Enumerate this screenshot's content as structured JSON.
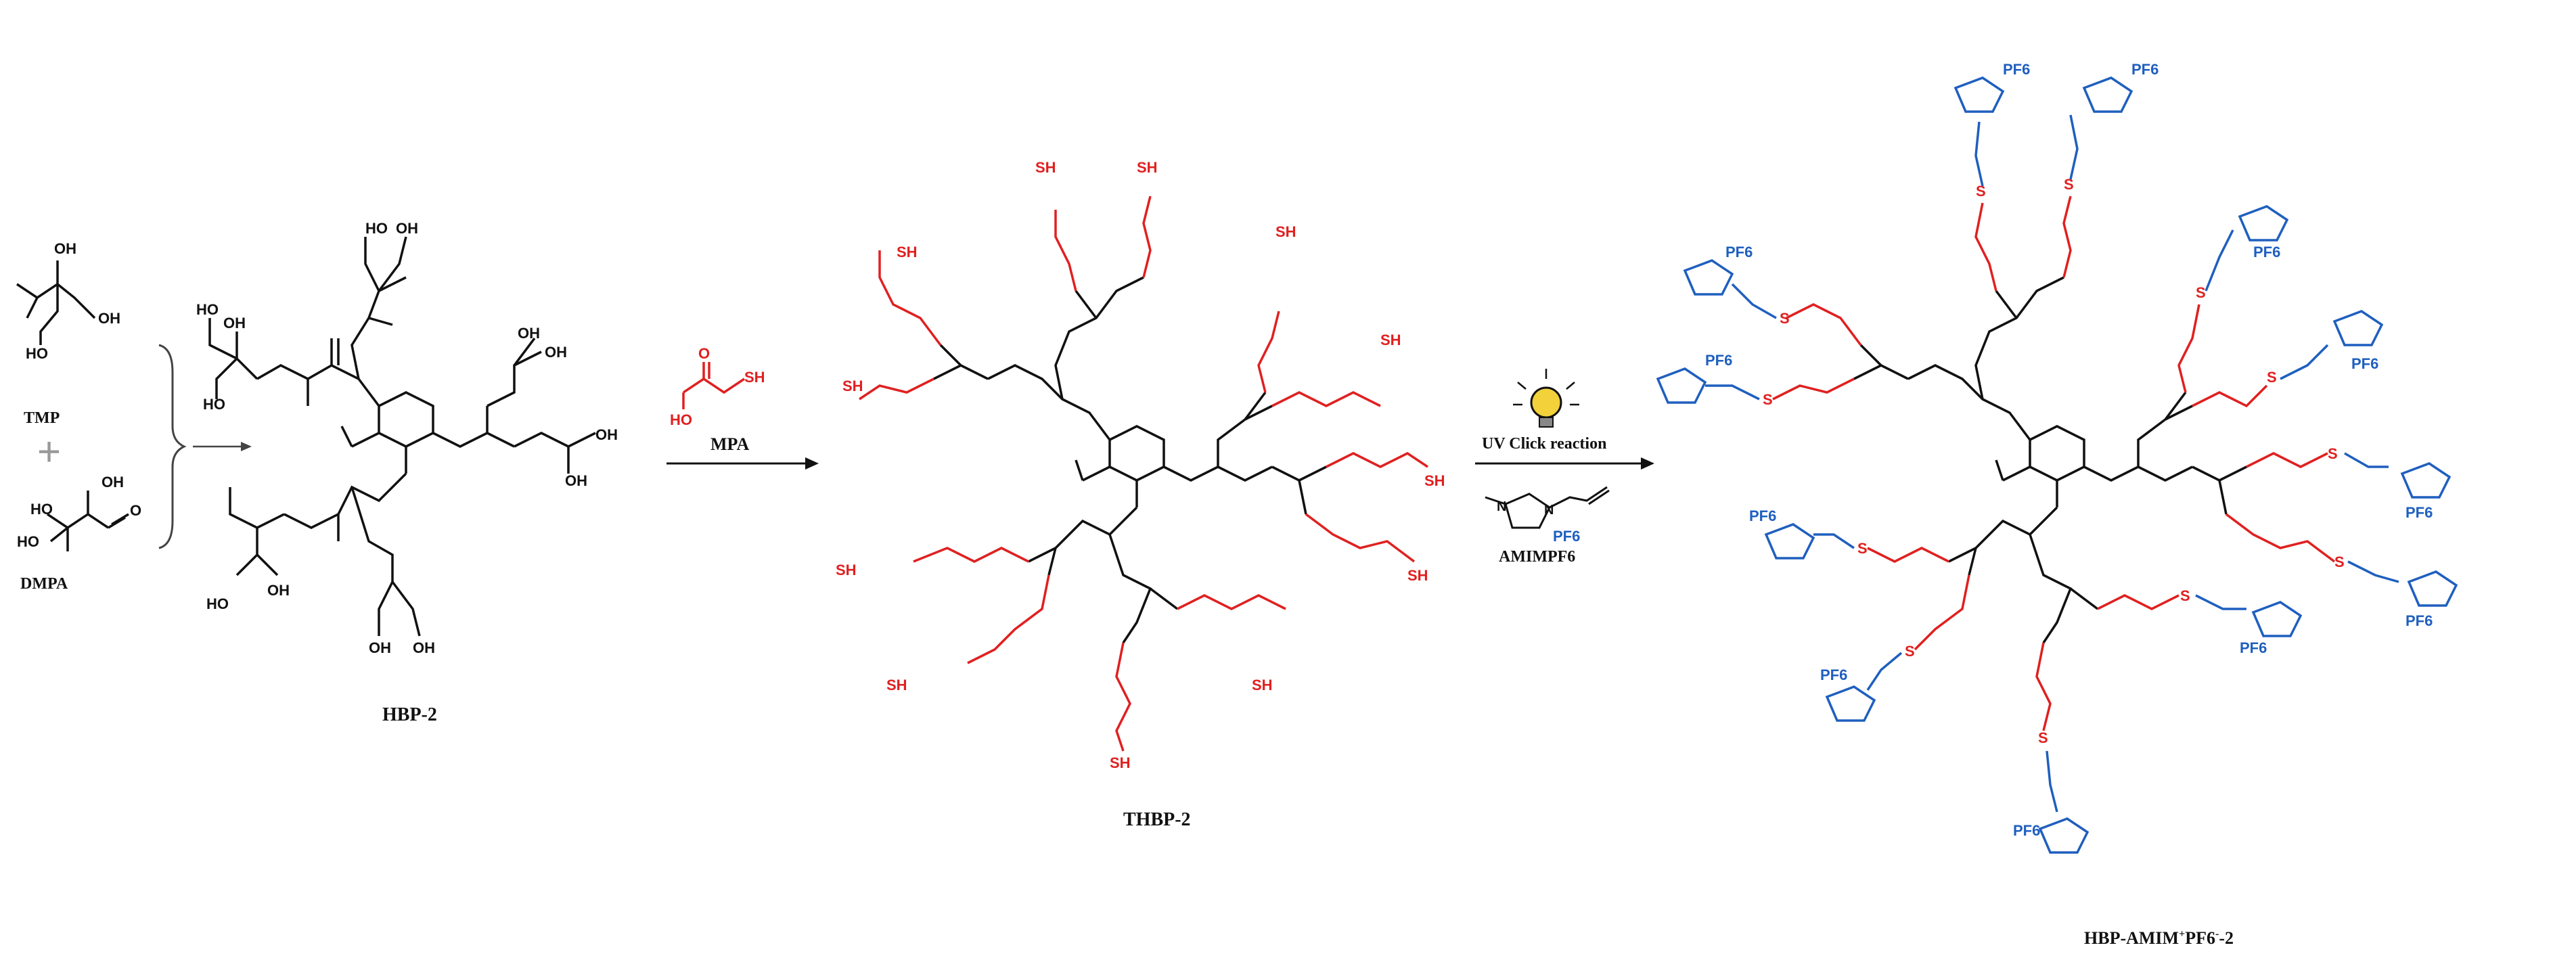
{
  "colors": {
    "skeleton": "#111111",
    "thiol_branch": "#e02020",
    "ionic_liquid": "#1f5fbf",
    "bulb": "#f2d13b"
  },
  "reactants": {
    "tmp_label": "TMP",
    "plus_sign": "+",
    "dmpa_label": "DMPA"
  },
  "products": {
    "hbp_label": "HBP-2",
    "thbp_label": "THBP-2",
    "final_label_main": "HBP-AMIM",
    "final_label_sup": "+",
    "final_label_tail": "PF6",
    "final_label_sup2": "-",
    "final_label_end": "-2"
  },
  "steps": {
    "step2_reagent": "MPA",
    "step3_condition": "UV Click reaction",
    "step3_reagent": "AMIMPF6",
    "step3_icon": "light-bulb-icon"
  },
  "atoms": {
    "oh": "OH",
    "ho": "HO",
    "sh": "SH",
    "o": "O",
    "s": "S",
    "n": "N",
    "pf6": "PF6",
    "plus": "+",
    "minus": "-"
  }
}
